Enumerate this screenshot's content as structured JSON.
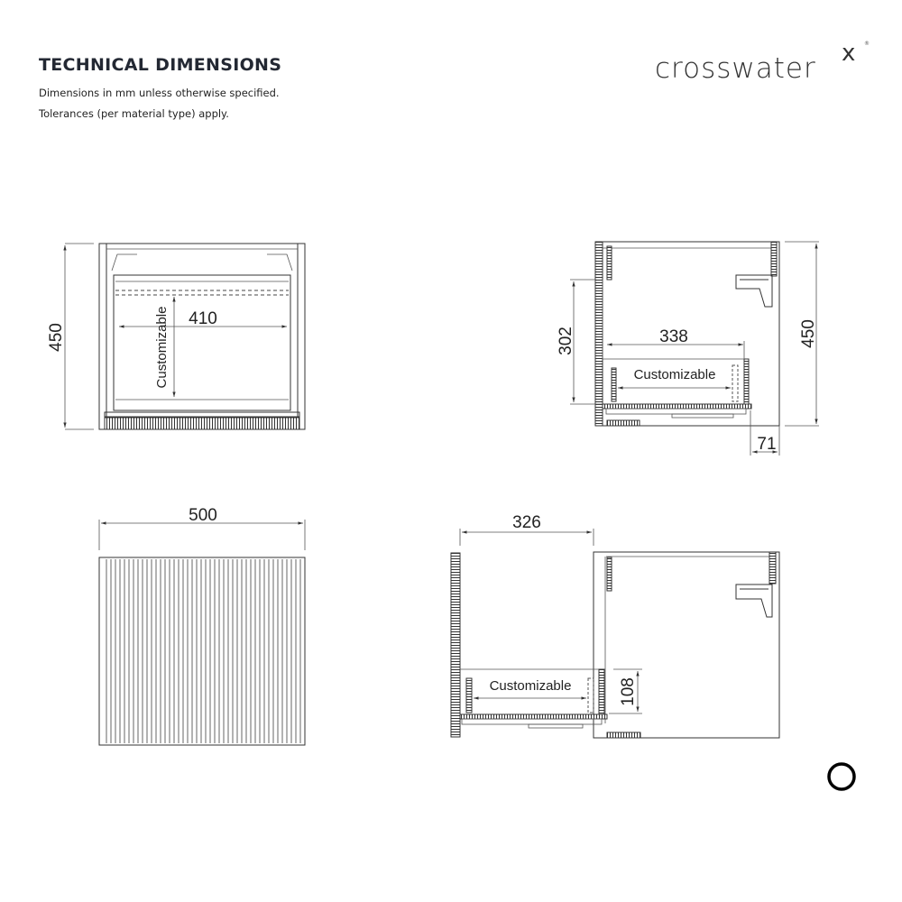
{
  "header": {
    "title": "TECHNICAL DIMENSIONS",
    "notes": [
      "Dimensions in mm unless otherwise specified.",
      "Tolerances (per material type) apply."
    ]
  },
  "logo": {
    "wordmark": "crosswater",
    "mark": "x",
    "registered": "®"
  },
  "front_view": {
    "height": "450",
    "inner_width": "410",
    "customizable": "Customizable"
  },
  "door_view": {
    "width": "500"
  },
  "side_view_closed": {
    "height_302": "302",
    "depth_338": "338",
    "customizable": "Customizable",
    "height": "450",
    "offset": "71"
  },
  "side_view_open": {
    "extension": "326",
    "customizable": "Customizable",
    "drawer_height": "108"
  }
}
